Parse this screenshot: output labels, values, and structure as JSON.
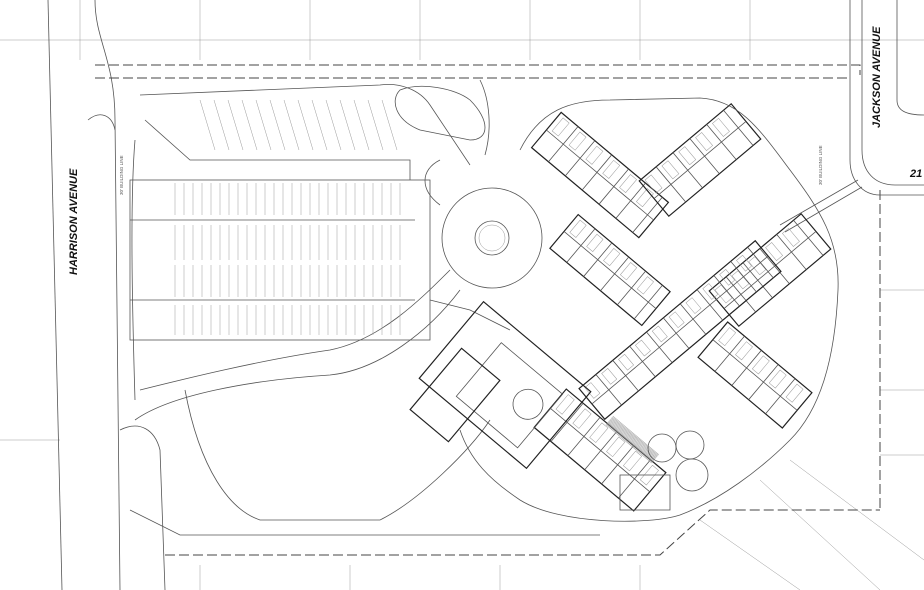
{
  "plan": {
    "streets": {
      "west": "HARRISON AVENUE",
      "east": "JACKSON AVENUE",
      "east_number": "21"
    },
    "setbacks": {
      "west": "30' BUILDING LINE",
      "east": "30' BUILDING LINE"
    }
  }
}
